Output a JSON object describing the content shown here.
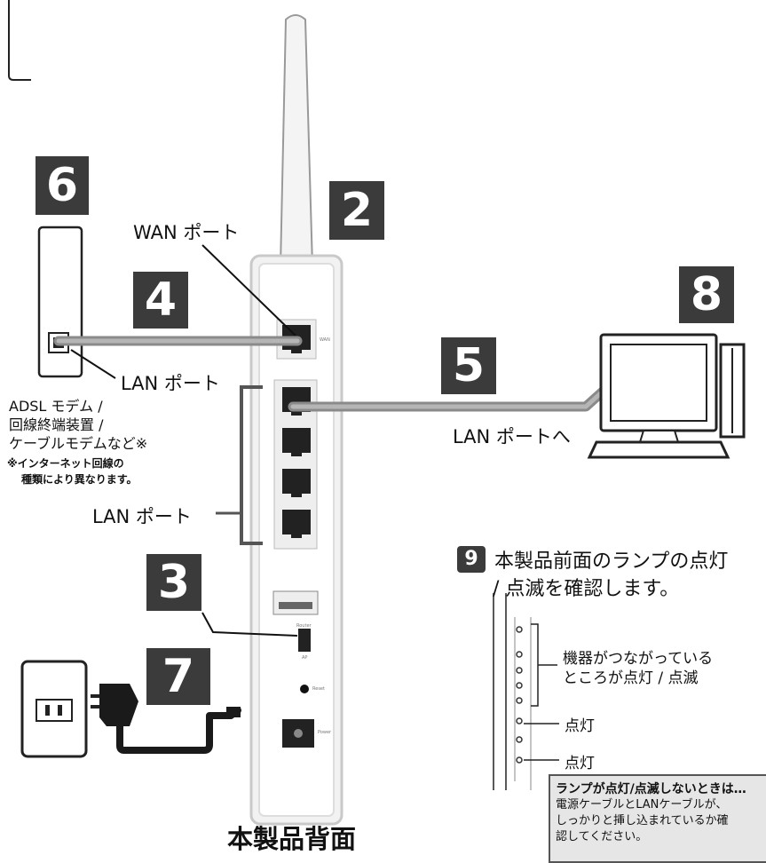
{
  "steps": {
    "s2": "2",
    "s3": "3",
    "s4": "4",
    "s5": "5",
    "s6": "6",
    "s7": "7",
    "s8": "8",
    "s9": "9"
  },
  "labels": {
    "wan_port": "WAN ポート",
    "modem_lan_port": "LAN ポート",
    "modem_desc_1": "ADSL モデム /",
    "modem_desc_2": "回線終端装置 /",
    "modem_desc_3": "ケーブルモデムなど※",
    "note_1": "※インターネット回線の",
    "note_2": "種類により異なります。",
    "router_lan_ports": "LAN ポート",
    "pc_lan_port": "LAN ポートへ",
    "step9_line1": "本製品前面のランプの点灯",
    "step9_line2": "/ 点滅を確認します。",
    "lamp_group_1": "機器がつながっている",
    "lamp_group_2": "ところが点灯 / 点滅",
    "lamp_on_1": "点灯",
    "lamp_on_2": "点灯",
    "caption": "本製品背面",
    "panel_wan": "WAN",
    "panel_router": "Router",
    "panel_ap": "AP",
    "panel_reset": "Reset",
    "panel_power": "Power"
  },
  "troubleshoot": {
    "title": "ランプが点灯/点滅しないときは…",
    "line1": "電源ケーブルとLANケーブルが、",
    "line2": "しっかりと挿し込まれているか確",
    "line3": "認してください。"
  },
  "colors": {
    "step_bg": "#3b3b3b",
    "cable": "#8a8a8a",
    "device_border": "#cfcfcf"
  }
}
